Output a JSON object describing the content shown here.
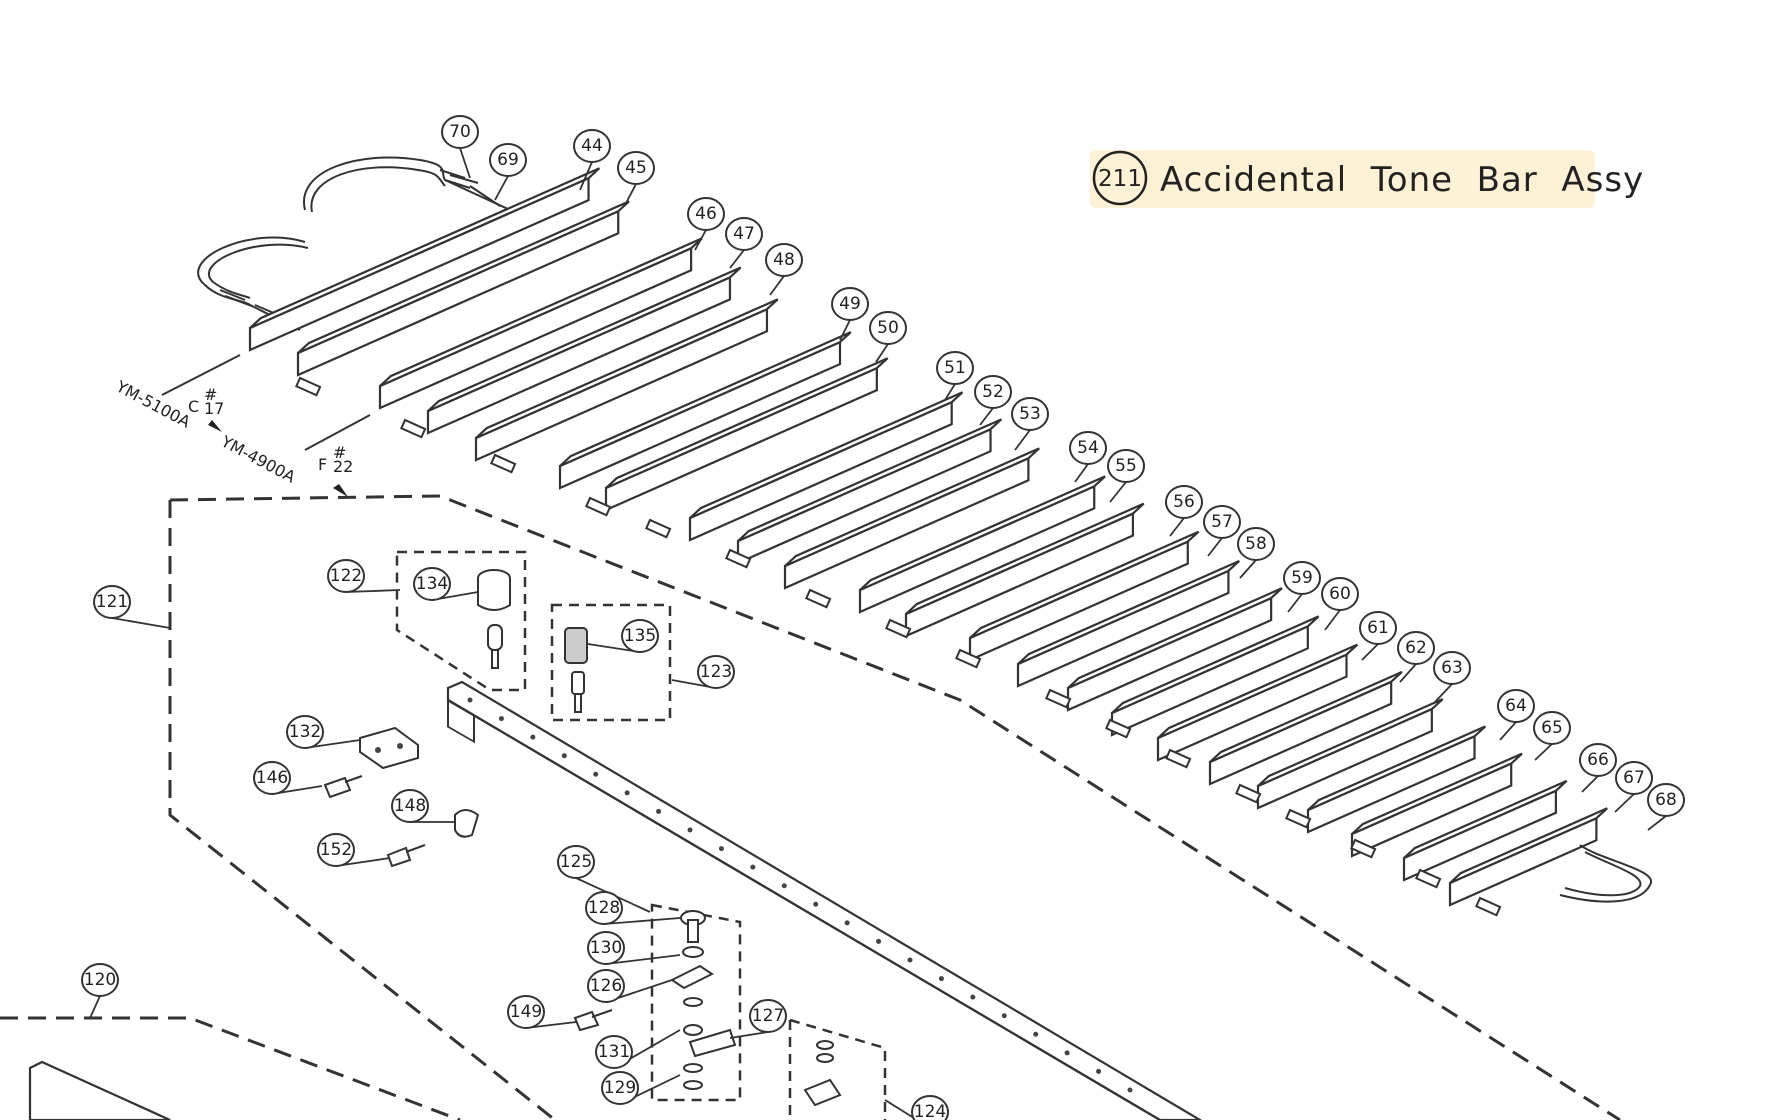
{
  "title": {
    "number": "211",
    "label": "Accidental  Tone  Bar  Assy"
  },
  "model_markers": {
    "left_model": "YM-5100A",
    "right_model": "YM-4900A",
    "note_c": "C",
    "note_c_sub": "17",
    "note_f": "F",
    "note_f_sub": "22",
    "sharp": "#"
  },
  "callouts": {
    "c70": "70",
    "c69": "69",
    "c44": "44",
    "c45": "45",
    "c46": "46",
    "c47": "47",
    "c48": "48",
    "c49": "49",
    "c50": "50",
    "c51": "51",
    "c52": "52",
    "c53": "53",
    "c54": "54",
    "c55": "55",
    "c56": "56",
    "c57": "57",
    "c58": "58",
    "c59": "59",
    "c60": "60",
    "c61": "61",
    "c62": "62",
    "c63": "63",
    "c64": "64",
    "c65": "65",
    "c66": "66",
    "c67": "67",
    "c68": "68",
    "c121": "121",
    "c122": "122",
    "c123": "123",
    "c134": "134",
    "c135": "135",
    "c132": "132",
    "c146": "146",
    "c148": "148",
    "c152": "152",
    "c125": "125",
    "c128": "128",
    "c130": "130",
    "c126": "126",
    "c149": "149",
    "c127": "127",
    "c131": "131",
    "c129": "129",
    "c120": "120",
    "c124": "124"
  }
}
